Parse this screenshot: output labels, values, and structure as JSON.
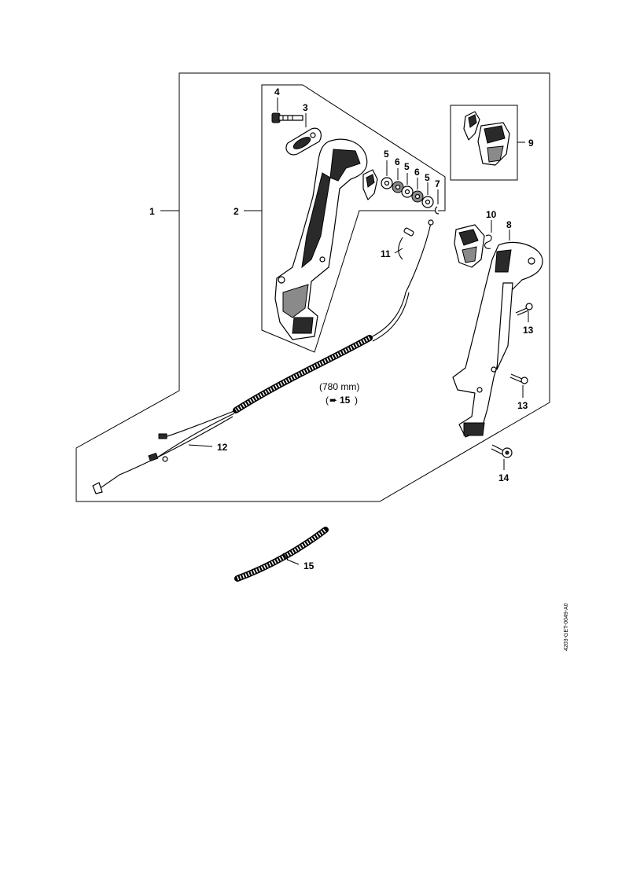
{
  "diagram": {
    "callouts": {
      "c1": "1",
      "c2": "2",
      "c3": "3",
      "c4": "4",
      "c5a": "5",
      "c6a": "6",
      "c5b": "5",
      "c6b": "6",
      "c5c": "5",
      "c7": "7",
      "c8": "8",
      "c9": "9",
      "c10": "10",
      "c11": "11",
      "c12": "12",
      "c13a": "13",
      "c13b": "13",
      "c14": "14",
      "c15": "15"
    },
    "hose_length": "(780 mm)",
    "hose_ref_arrow": "➨",
    "hose_ref_number": "15",
    "hose_ref_close": ")",
    "hose_ref_open": "(",
    "drawing_code": "4203-GET-0049-A0"
  }
}
